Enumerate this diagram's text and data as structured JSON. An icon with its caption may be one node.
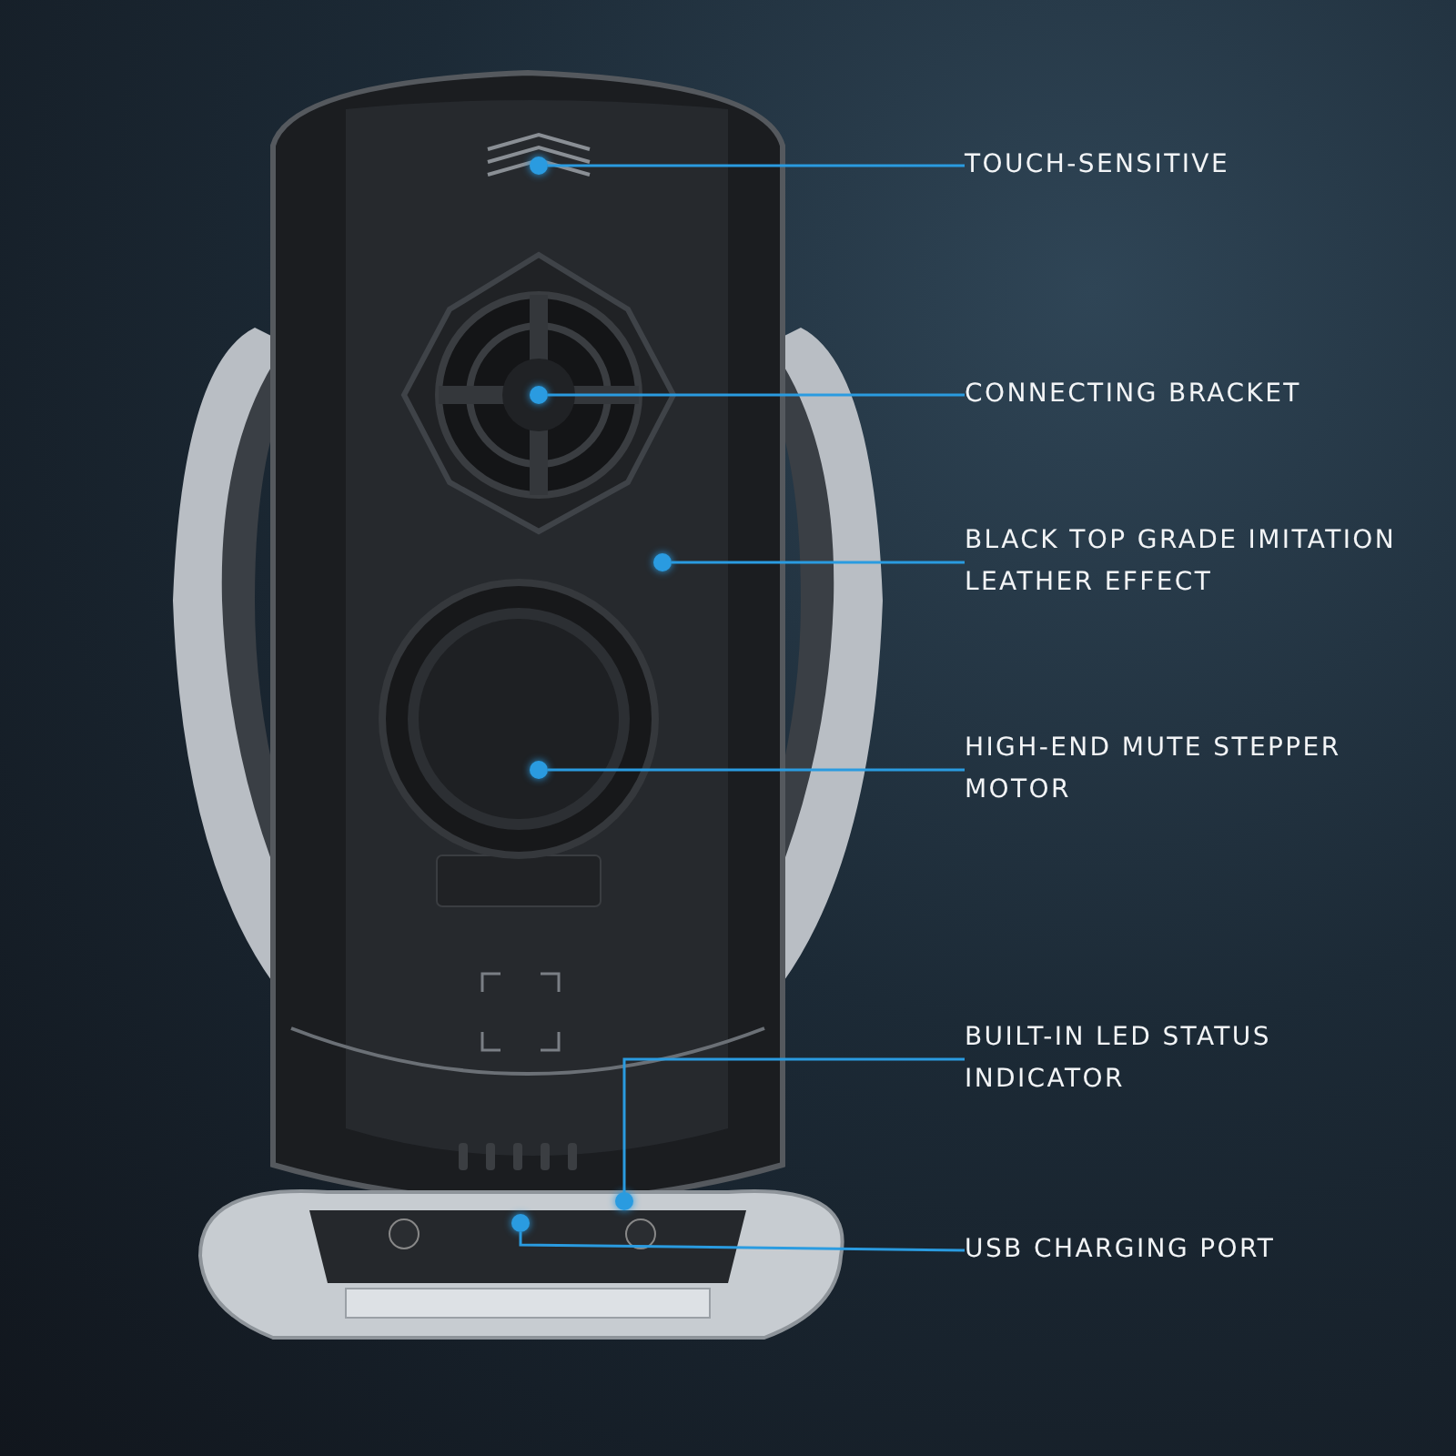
{
  "diagram": {
    "nodes": [
      {
        "text": [
          "TOUCH-SENSITIVE"
        ]
      },
      {
        "text": [
          "CONNECTING BRACKET"
        ]
      },
      {
        "text": [
          "BLACK TOP GRADE IMITATION LEATHER EFFECT"
        ]
      },
      {
        "text": [
          "HIGH-END MUTE STEPPER MOTOR"
        ]
      },
      {
        "text": [
          "BUILT-IN LED STATUS INDICATOR"
        ]
      },
      {
        "text": [
          "USB CHARGING PORT"
        ]
      },
      {
        "text": [],
        "shape": "circle"
      },
      {
        "text": [],
        "shape": "circle"
      },
      {
        "text": [],
        "shape": "circle"
      },
      {
        "text": [],
        "shape": "circle"
      },
      {
        "text": [],
        "shape": "circle"
      },
      {
        "text": [],
        "shape": "circle"
      }
    ],
    "edges": [
      {
        "from": 0,
        "to": 6,
        "arrow": "none"
      },
      {
        "from": 1,
        "to": 7,
        "arrow": "none"
      },
      {
        "from": 2,
        "to": 8,
        "arrow": "none"
      },
      {
        "from": 3,
        "to": 9,
        "arrow": "none"
      },
      {
        "from": 4,
        "to": 10,
        "arrow": "none"
      },
      {
        "from": 5,
        "to": 11,
        "arrow": "none"
      }
    ]
  }
}
